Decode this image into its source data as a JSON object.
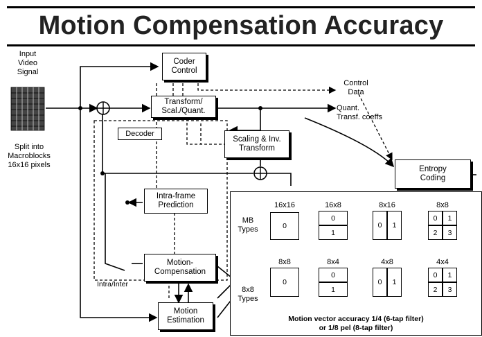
{
  "title": "Motion Compensation Accuracy",
  "input": {
    "label": "Input\nVideo\nSignal",
    "split": "Split into\nMacroblocks\n16x16 pixels"
  },
  "blocks": {
    "coder_control": "Coder\nControl",
    "transform": "Transform/\nScal./Quant.",
    "decoder": "Decoder",
    "scaling": "Scaling & Inv.\nTransform",
    "entropy": "Entropy\nCoding",
    "intra": "Intra-frame\nPrediction",
    "motion_comp": "Motion-\nCompensation",
    "motion_est": "Motion\nEstimation"
  },
  "outputs": {
    "control_data": "Control\nData",
    "quant": "Quant.\nTransf. coeffs"
  },
  "switch_label": "Intra/Inter",
  "partitions": {
    "mb_label": "MB\nTypes",
    "sub_label": "8x8\nTypes",
    "mb": [
      {
        "name": "16x16",
        "cells": [
          "0"
        ]
      },
      {
        "name": "16x8",
        "cells": [
          "0",
          "1"
        ]
      },
      {
        "name": "8x16",
        "cells": [
          "0",
          "1"
        ]
      },
      {
        "name": "8x8",
        "cells": [
          "0",
          "1",
          "2",
          "3"
        ]
      }
    ],
    "sub": [
      {
        "name": "8x8",
        "cells": [
          "0"
        ]
      },
      {
        "name": "8x4",
        "cells": [
          "0",
          "1"
        ]
      },
      {
        "name": "4x8",
        "cells": [
          "0",
          "1"
        ]
      },
      {
        "name": "4x4",
        "cells": [
          "0",
          "1",
          "2",
          "3"
        ]
      }
    ]
  },
  "caption": "Motion vector accuracy 1/4 (6-tap filter)\nor 1/8 pel (8-tap filter)"
}
